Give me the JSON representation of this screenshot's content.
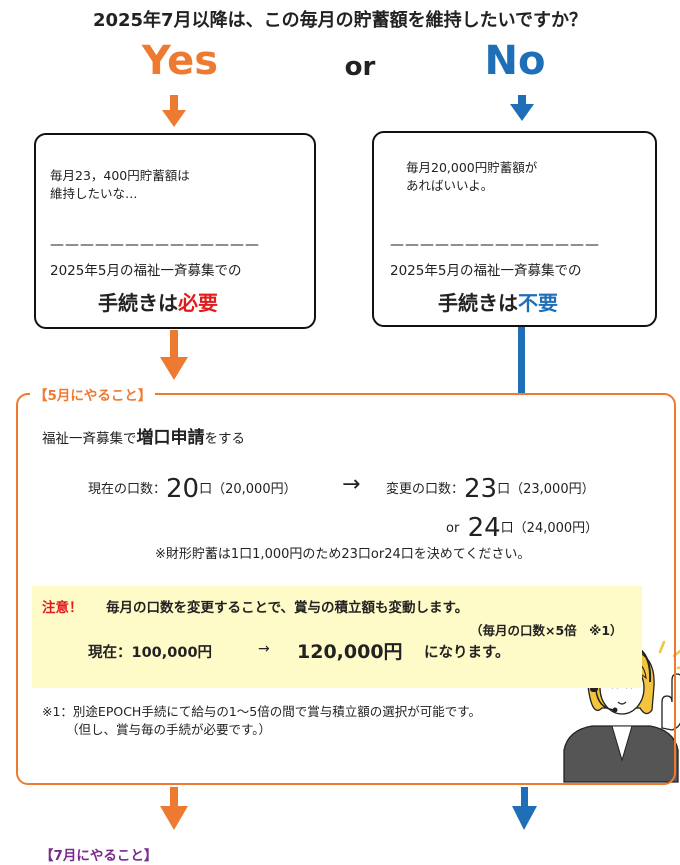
{
  "question": "2025年7月以降は、この毎月の貯蓄額を維持したいですか？",
  "choice_yes": "Yes",
  "choice_or": "or",
  "choice_no": "No",
  "yes_box": {
    "speech_line1": "毎月23，400円貯蓄額は",
    "speech_line2": "維持したいな…",
    "dashes": "——————————————",
    "line1": "2025年5月の福祉一斉募集での",
    "line2_prefix": "手続きは",
    "line2_highlight": "必要"
  },
  "no_box": {
    "speech_line1": "毎月20,000円貯蓄額が",
    "speech_line2": "あればいいよ。",
    "dashes": "——————————————",
    "line1": "2025年5月の福祉一斉募集での",
    "line2_prefix": "手続きは",
    "line2_highlight": "不要"
  },
  "may_label": "【5月にやること】",
  "july_label": "【7月にやること】",
  "apply": {
    "prefix": "福祉一斉募集で",
    "emphasis": "増口申請",
    "suffix": "をする"
  },
  "current_units": {
    "label": "現在の口数：",
    "number": "20",
    "suffix": "口（20,000円）"
  },
  "change_units": {
    "label": "変更の口数：",
    "number": "23",
    "suffix": "口（23,000円）"
  },
  "alt_units": {
    "or": "or",
    "number": "24",
    "suffix": "口（24,000円）"
  },
  "arrow_symbol": "→",
  "note_fee": "※財形貯蓄は1口1,000円のため23口or24口を決めてください。",
  "caution": {
    "label": "注意！",
    "text": "毎月の口数を変更することで、賞与の積立額も変動します。",
    "formula": "（毎月の口数×5倍　※1）",
    "now": "現在：100,000円",
    "arrow": "→",
    "new_amount": "120,000円",
    "result": "になります。"
  },
  "footnote_line1": "※1：別途EPOCH手続にて給与の1～5倍の間で賞与積立額の選択が可能です。",
  "footnote_line2": "（但し、賞与毎の手続が必要です。）",
  "colors": {
    "orange": "#ee7a32",
    "blue": "#1e6fb7",
    "red": "#e11b1b",
    "purple": "#7a2a8c",
    "avatar_bg": "#5cbf6a",
    "note_bg": "#fffbc8"
  },
  "icons": [
    "man-avatar-icon",
    "operator-woman-icon"
  ]
}
